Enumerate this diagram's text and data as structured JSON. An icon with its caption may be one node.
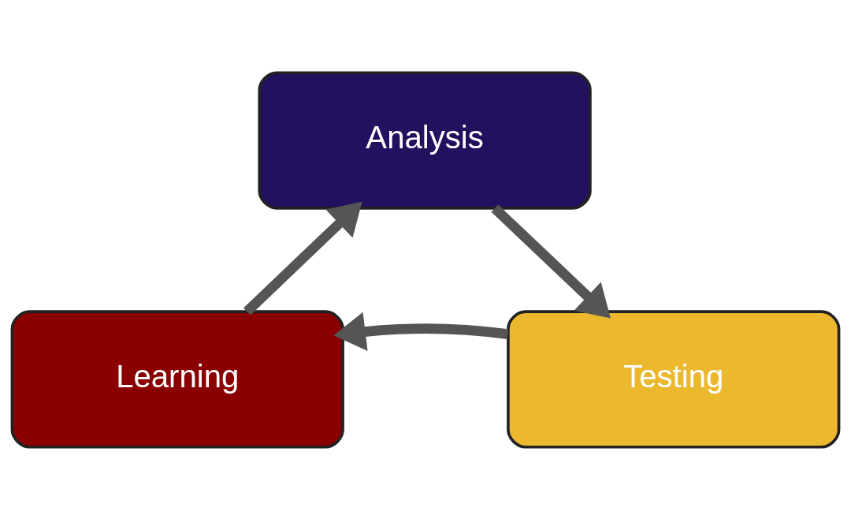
{
  "diagram": {
    "nodes": [
      {
        "text": [
          "Analysis"
        ]
      },
      {
        "text": [
          "Testing"
        ]
      },
      {
        "text": [
          "Learning"
        ]
      }
    ],
    "edges": [
      {
        "from": 0,
        "to": 1,
        "arrow": "to"
      },
      {
        "from": 1,
        "to": 2,
        "arrow": "to"
      },
      {
        "from": 2,
        "to": 0,
        "arrow": "to"
      }
    ]
  }
}
